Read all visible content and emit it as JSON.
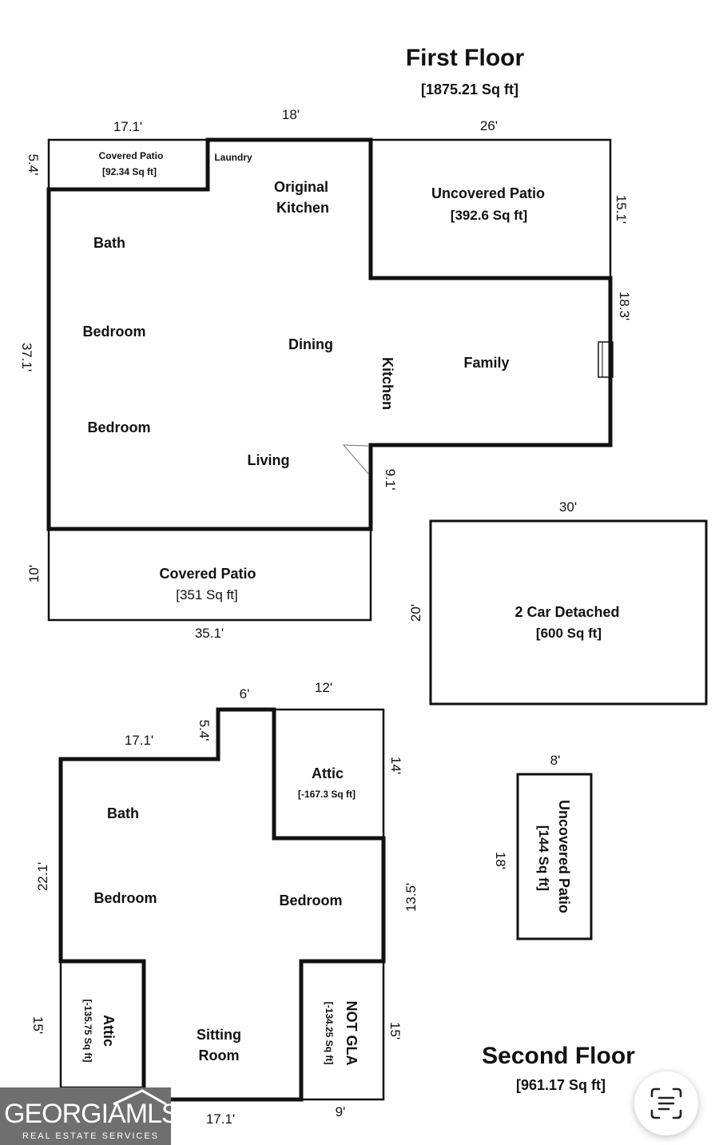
{
  "first_floor": {
    "title": "First Floor",
    "area": "[1875.21 Sq ft]",
    "dims": {
      "top_left": "17.1'",
      "top_mid": "18'",
      "top_right": "26'",
      "left_small": "5.4'",
      "left_main": "37.1'",
      "right_upper": "15.1'",
      "right_mid": "18.3'",
      "notch": "9.1'",
      "patio_side": "10'",
      "patio_bottom": "35.1'"
    },
    "rooms": {
      "covered_patio_top": "Covered Patio",
      "covered_patio_top_area": "[92.34 Sq ft]",
      "laundry": "Laundry",
      "original_kitchen_1": "Original",
      "original_kitchen_2": "Kitchen",
      "uncovered_patio": "Uncovered Patio",
      "uncovered_patio_area": "[392.6 Sq ft]",
      "bath": "Bath",
      "bedroom_1": "Bedroom",
      "bedroom_2": "Bedroom",
      "dining": "Dining",
      "kitchen": "Kitchen",
      "family": "Family",
      "living": "Living",
      "covered_patio_bottom": "Covered Patio",
      "covered_patio_bottom_area": "[351 Sq ft]"
    }
  },
  "garage": {
    "label": "2 Car Detached",
    "area": "[600 Sq ft]",
    "width": "30'",
    "depth": "20'"
  },
  "second_floor": {
    "title": "Second Floor",
    "area": "[961.17 Sq ft]",
    "dims": {
      "top_notch_w": "6'",
      "top_notch_h": "5.4'",
      "top_left": "17.1'",
      "attic_w": "12'",
      "attic_h": "14'",
      "left_main": "22.1'",
      "right_mid": "13.5'",
      "bottom_left_h": "15'",
      "bottom_right_h": "15'",
      "bottom_w": "17.1'",
      "not_gla_w": "9'"
    },
    "rooms": {
      "attic_top": "Attic",
      "attic_top_area": "[-167.3 Sq ft]",
      "bath": "Bath",
      "bedroom_left": "Bedroom",
      "bedroom_right": "Bedroom",
      "attic_bottom": "Attic",
      "attic_bottom_area": "[-135.75 Sq ft]",
      "sitting_1": "Sitting",
      "sitting_2": "Room",
      "not_gla": "NOT GLA",
      "not_gla_area": "[-134.25 Sq ft]"
    }
  },
  "uncovered_patio_2": {
    "label": "Uncovered Patio",
    "area": "[144 Sq ft]",
    "width": "8'",
    "depth": "18'"
  },
  "logo": {
    "name": "GEORGIAMLS",
    "tagline": "REAL ESTATE SERVICES"
  },
  "icons": {
    "scan": "text-scan-icon",
    "logo_roof": "roof-icon"
  }
}
